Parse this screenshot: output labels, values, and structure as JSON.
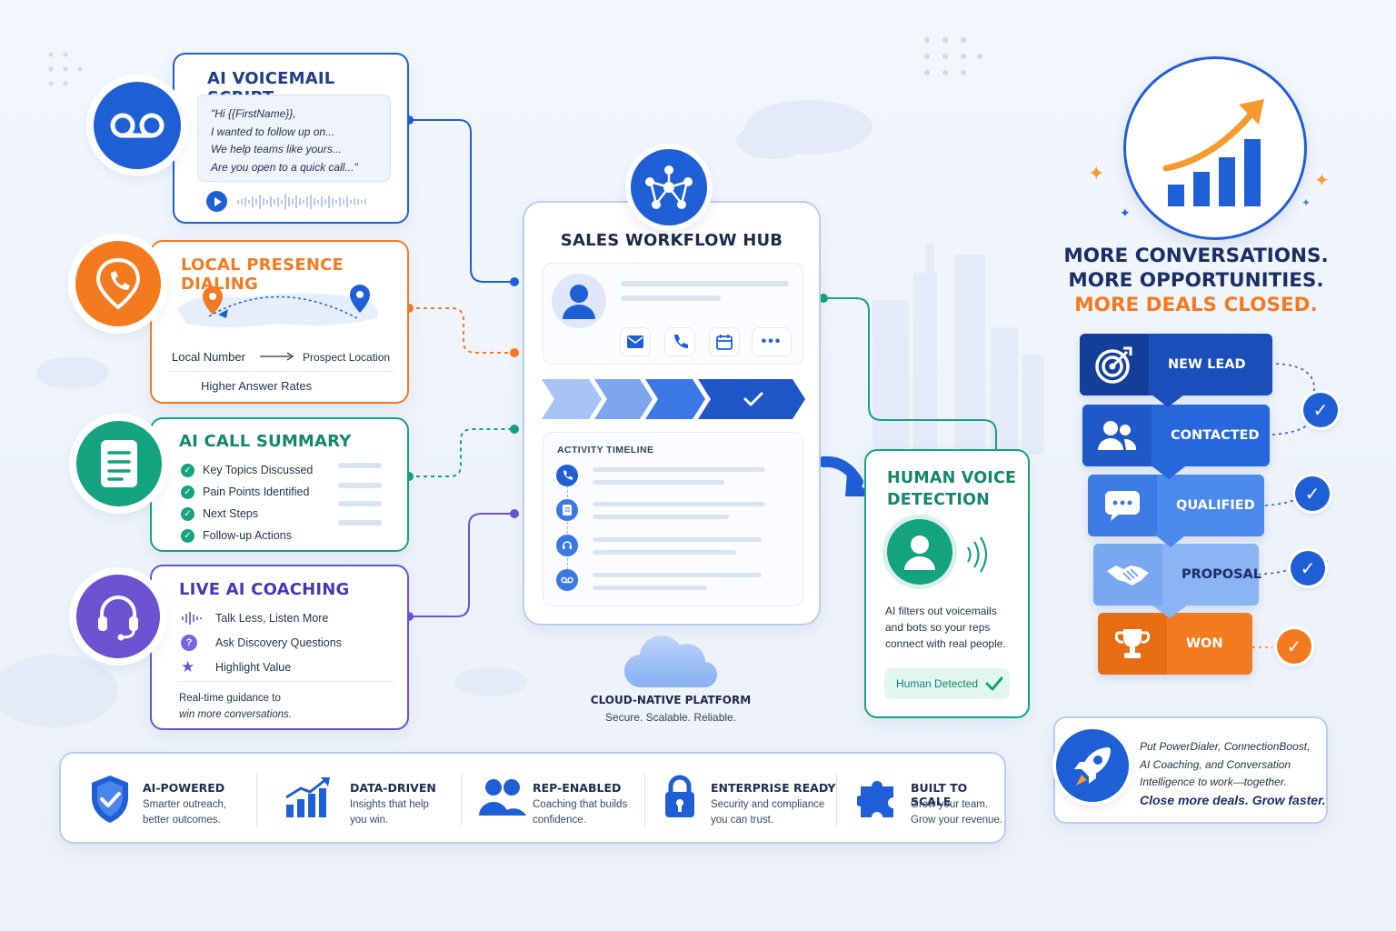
{
  "voicemail": {
    "title": "AI VOICEMAIL SCRIPT",
    "script": [
      "\"Hi {{FirstName}},",
      "I wanted to follow up on...",
      "We help teams like yours...",
      "Are you open to a quick call...\""
    ]
  },
  "local": {
    "title": "LOCAL PRESENCE DIALING",
    "from": "Local Number",
    "to": "Prospect Location",
    "footer": "Higher Answer Rates"
  },
  "summary": {
    "title": "AI CALL SUMMARY",
    "items": [
      "Key Topics Discussed",
      "Pain Points Identified",
      "Next Steps",
      "Follow-up Actions"
    ]
  },
  "coaching": {
    "title": "LIVE AI COACHING",
    "items": [
      "Talk Less, Listen More",
      "Ask Discovery Questions",
      "Highlight Value"
    ],
    "footer": [
      "Real-time guidance to",
      "win more conversations."
    ]
  },
  "hub": {
    "title": "SALES WORKFLOW HUB",
    "timeline_title": "ACTIVITY TIMELINE"
  },
  "cloud": {
    "title": "CLOUD-NATIVE PLATFORM",
    "sub": "Secure. Scalable. Reliable."
  },
  "voice": {
    "title": [
      "HUMAN VOICE",
      "DETECTION"
    ],
    "desc": [
      "AI filters out voicemails",
      "and bots so your reps",
      "connect with real people."
    ],
    "badge": "Human Detected"
  },
  "headline": {
    "line1": "MORE CONVERSATIONS.",
    "line2": "MORE OPPORTUNITIES.",
    "line3": "MORE DEALS CLOSED."
  },
  "funnel": [
    "NEW LEAD",
    "CONTACTED",
    "QUALIFIED",
    "PROPOSAL",
    "WON"
  ],
  "colors": {
    "blue": "#1f5fd6",
    "orange": "#f47a1f",
    "teal": "#14a37f",
    "purple": "#6b52d1"
  },
  "promo": {
    "lines": [
      "Put PowerDialer, ConnectionBoost,",
      "AI Coaching, and Conversation",
      "Intelligence to work—together."
    ],
    "cta": "Close more deals. Grow faster."
  },
  "features": [
    {
      "title": "AI-POWERED",
      "sub": [
        "Smarter outreach,",
        "better outcomes."
      ]
    },
    {
      "title": "DATA-DRIVEN",
      "sub": [
        "Insights that help",
        "you win."
      ]
    },
    {
      "title": "REP-ENABLED",
      "sub": [
        "Coaching that builds",
        "confidence."
      ]
    },
    {
      "title": "ENTERPRISE READY",
      "sub": [
        "Security and compliance",
        "you can trust."
      ]
    },
    {
      "title": "BUILT TO SCALE",
      "sub": [
        "Grow your team.",
        "Grow your revenue."
      ]
    }
  ]
}
